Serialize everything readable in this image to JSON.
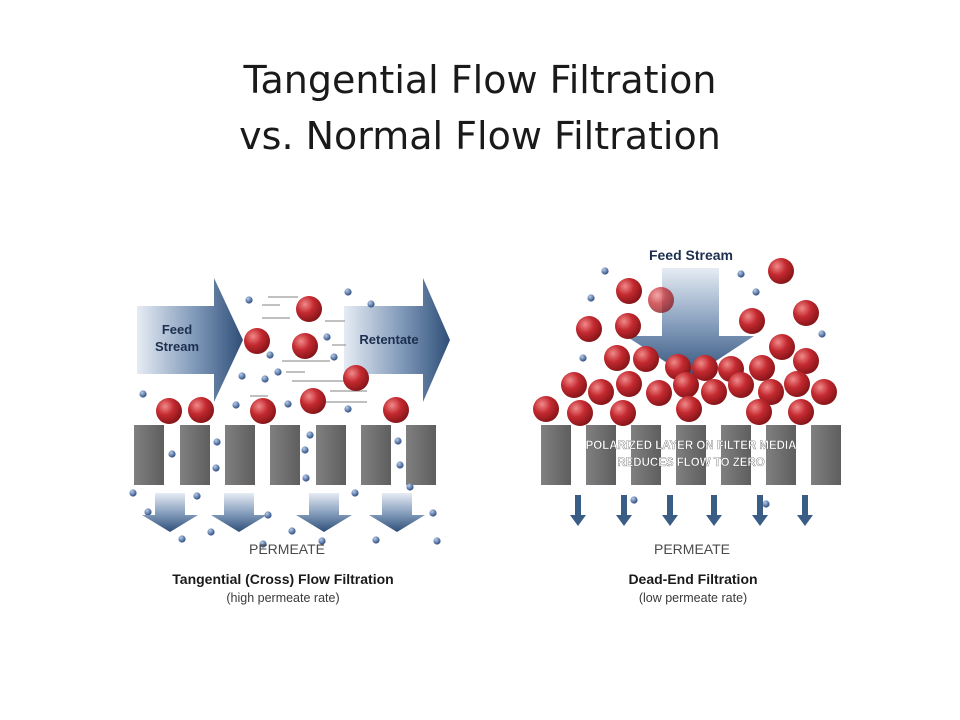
{
  "slide": {
    "title_line1": "Tangential Flow Filtration",
    "title_line2": "vs. Normal Flow Filtration"
  },
  "tangential": {
    "feed_label_line1": "Feed",
    "feed_label_line2": "Stream",
    "retentate_label": "Retentate",
    "permeate_label": "PERMEATE",
    "caption": "Tangential (Cross) Flow Filtration",
    "subcaption": "(high permeate rate)"
  },
  "dead_end": {
    "feed_label": "Feed Stream",
    "polarized_line1": "POLARIZED LAYER ON FILTER MEDIA",
    "polarized_line2": "REDUCES FLOW TO ZERO",
    "permeate_label": "PERMEATE",
    "caption": "Dead-End Filtration",
    "subcaption": "(low permeate rate)"
  },
  "colors": {
    "particle": "#c0272d",
    "membrane": "#6f6f6f",
    "arrow_blue": "#3c5f86",
    "solute": "#2d4f8a"
  }
}
